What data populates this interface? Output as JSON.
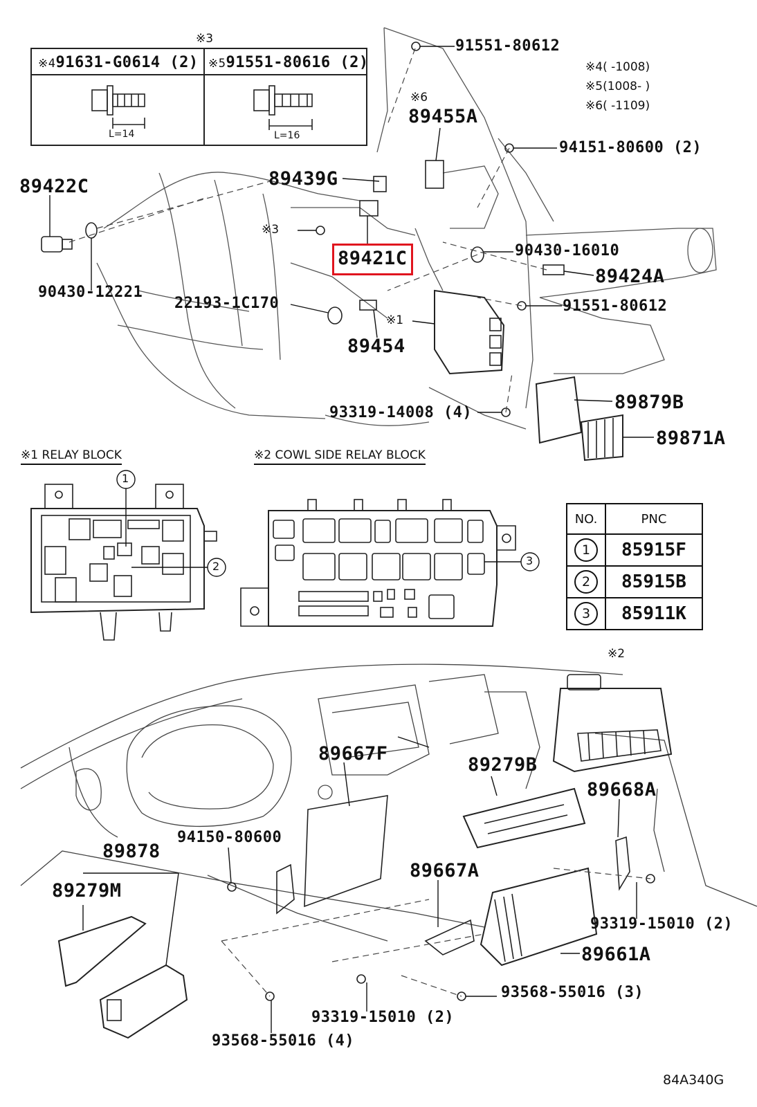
{
  "inset": {
    "ref": "※3",
    "left": {
      "mark": "※4",
      "part": "91631-G0614 (2)",
      "length": "L=14"
    },
    "right": {
      "mark": "※5",
      "part": "91551-80616 (2)",
      "length": "L=16"
    }
  },
  "notes": [
    {
      "mark": "※4",
      "range": "(        -1008)"
    },
    {
      "mark": "※5",
      "range": "(1008-          )"
    },
    {
      "mark": "※6",
      "range": "(        -1109)"
    }
  ],
  "labels": {
    "p91551_80612_top": "91551-80612",
    "m6": "※6",
    "p89455A": "89455A",
    "p94151_80600": "94151-80600 (2)",
    "p89422C": "89422C",
    "p89439G": "89439G",
    "m3": "※3",
    "p89421C": "89421C",
    "p90430_16010": "90430-16010",
    "p89424A": "89424A",
    "p90430_12221": "90430-12221",
    "p22193_1C170": "22193-1C170",
    "m1": "※1",
    "p91551_80612_mid": "91551-80612",
    "p89454": "89454",
    "p93319_14008": "93319-14008 (4)",
    "p89879B": "89879B",
    "p89871A": "89871A",
    "cap_relay": "※1 RELAY BLOCK",
    "cap_cowl": "※2 COWL SIDE RELAY BLOCK",
    "m2": "※2",
    "p89667F": "89667F",
    "p89279B": "89279B",
    "p89668A": "89668A",
    "p94150_80600": "94150-80600",
    "p89878": "89878",
    "p89279M": "89279M",
    "p89667A": "89667A",
    "p93319_15010_r": "93319-15010 (2)",
    "p89661A": "89661A",
    "p93568_55016_3": "93568-55016 (3)",
    "p93319_15010_b": "93319-15010 (2)",
    "p93568_55016_4": "93568-55016 (4)",
    "code": "84A340G"
  },
  "callouts": [
    "1",
    "2",
    "3"
  ],
  "pnc_table": {
    "headers": [
      "NO.",
      "PNC"
    ],
    "rows": [
      {
        "no": "1",
        "pnc": "85915F"
      },
      {
        "no": "2",
        "pnc": "85915B"
      },
      {
        "no": "3",
        "pnc": "85911K"
      }
    ]
  },
  "highlight": {
    "part": "89421C",
    "color": "#e0141e"
  }
}
